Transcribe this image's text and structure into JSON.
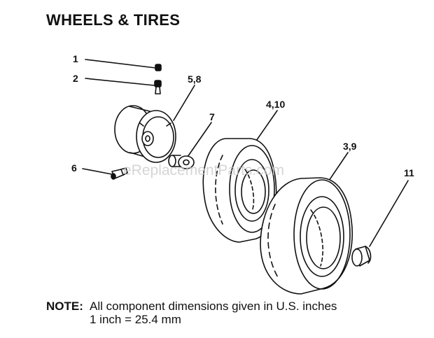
{
  "title": "WHEELS & TIRES",
  "callouts": {
    "c1": "1",
    "c2": "2",
    "c58": "5,8",
    "c7": "7",
    "c410": "4,10",
    "c6": "6",
    "c39": "3,9",
    "c11": "11"
  },
  "watermark": "eReplacementParts.com",
  "note": {
    "label": "NOTE:",
    "line1": "All component dimensions given in U.S. inches",
    "line2": "1 inch = 25.4 mm"
  }
}
